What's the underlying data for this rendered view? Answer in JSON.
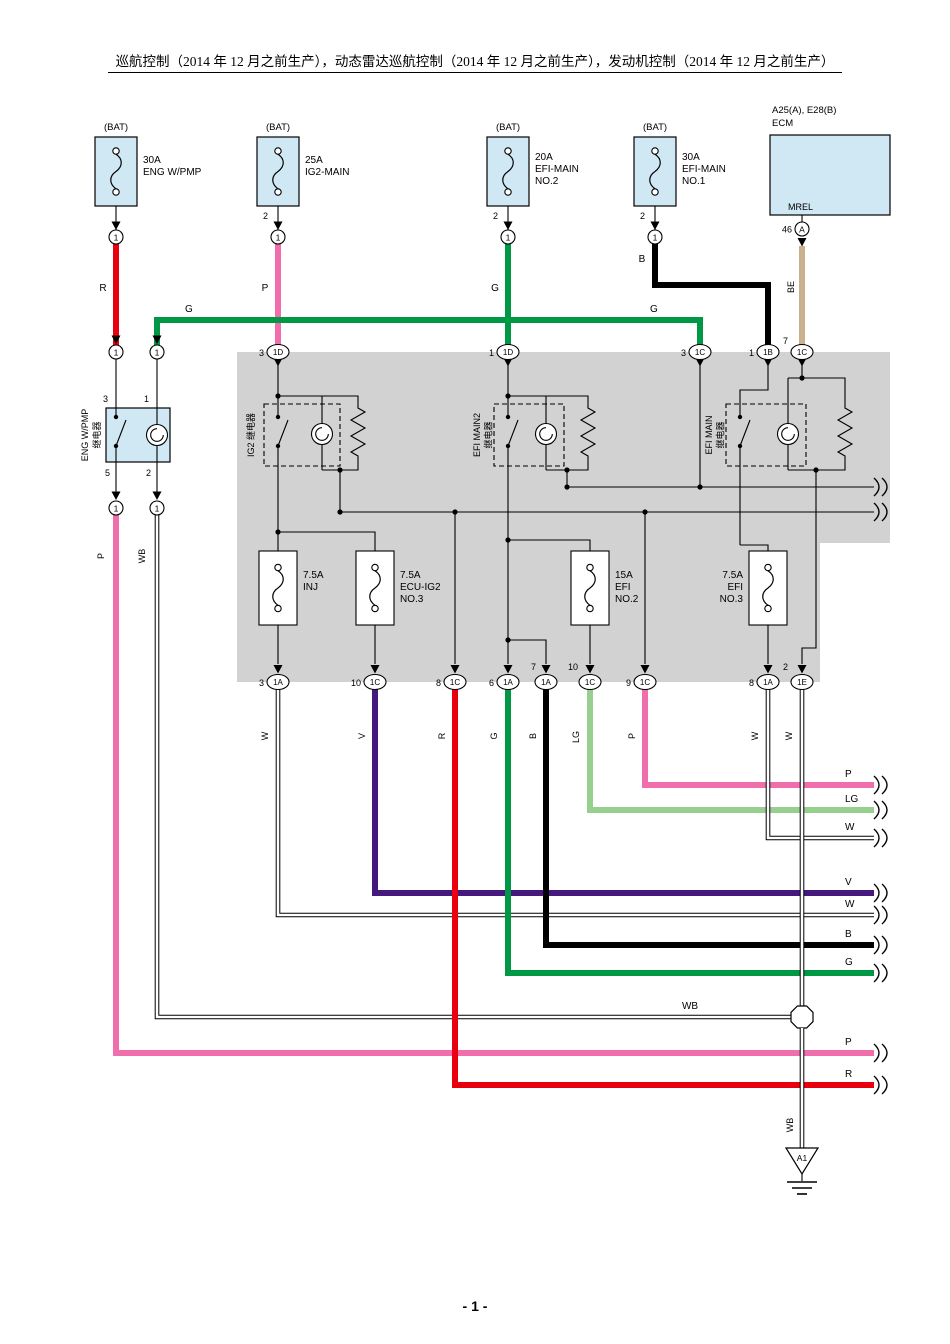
{
  "page": {
    "title": "巡航控制（2014 年 12 月之前生产），动态雷达巡航控制（2014 年 12 月之前生产），发动机控制（2014 年 12 月之前生产）",
    "page_number": "- 1 -"
  },
  "colors": {
    "red": "#e8000e",
    "pink": "#f06eab",
    "green": "#009845",
    "light_green": "#97cf8e",
    "violet": "#45187e",
    "black": "#000000",
    "beige": "#c9b18f",
    "white": "#ffffff",
    "component_fill": "#cfe8f4",
    "relay_box_fill": "#d2d2d2"
  },
  "fuses_top": [
    {
      "bat": "(BAT)",
      "rating": "30A",
      "line1": "ENG W/PMP",
      "line2": "",
      "pin": "",
      "conn": "1",
      "wire": "R"
    },
    {
      "bat": "(BAT)",
      "rating": "25A",
      "line1": "IG2-MAIN",
      "line2": "",
      "pin": "2",
      "conn": "1",
      "wire": "P"
    },
    {
      "bat": "(BAT)",
      "rating": "20A",
      "line1": "EFI-MAIN",
      "line2": "NO.2",
      "pin": "2",
      "conn": "1",
      "wire": "G"
    },
    {
      "bat": "(BAT)",
      "rating": "30A",
      "line1": "EFI-MAIN",
      "line2": "NO.1",
      "pin": "2",
      "conn": "1",
      "wire": "B"
    }
  ],
  "ecm": {
    "ref": "A25(A), E28(B)",
    "name": "ECM",
    "pin_name": "MREL",
    "pin": "46",
    "conn": "A",
    "wire": "BE"
  },
  "eng_relay": {
    "line1": "ENG W/PMP",
    "line2": "继电器",
    "pin_tl": "3",
    "pin_tr": "1",
    "pin_bl": "5",
    "pin_br": "2",
    "conn_tl": "1",
    "conn_tr": "1",
    "conn_bl": "1",
    "conn_br": "1",
    "wire_bl": "P",
    "wire_br": "WB"
  },
  "g_bus": {
    "label_left": "G",
    "label_right": "G"
  },
  "relays": {
    "ig2": {
      "line1": "IG2 继电器",
      "line2": ""
    },
    "efi_main2": {
      "line1": "EFI MAIN2",
      "line2": "继电器"
    },
    "efi_main": {
      "line1": "EFI MAIN",
      "line2": "继电器"
    }
  },
  "connectors_top": [
    {
      "pin": "3",
      "code": "1D"
    },
    {
      "pin": "1",
      "code": "1D"
    },
    {
      "pin": "3",
      "code": "1C"
    },
    {
      "pin": "1",
      "code": "1B"
    },
    {
      "pin": "7",
      "code": "1C"
    }
  ],
  "fuses_inner": [
    {
      "rating": "7.5A",
      "line1": "INJ",
      "line2": ""
    },
    {
      "rating": "7.5A",
      "line1": "ECU-IG2",
      "line2": "NO.3"
    },
    {
      "rating": "15A",
      "line1": "EFI",
      "line2": "NO.2"
    },
    {
      "rating": "7.5A",
      "line1": "EFI",
      "line2": "NO.3"
    }
  ],
  "connectors_bottom": [
    {
      "pin": "3",
      "code": "1A",
      "wire": "W"
    },
    {
      "pin": "10",
      "code": "1C",
      "wire": "V"
    },
    {
      "pin": "8",
      "code": "1C",
      "wire": "R"
    },
    {
      "pin": "6",
      "code": "1A",
      "wire": "G"
    },
    {
      "pin": "7",
      "code": "1A",
      "wire": "B"
    },
    {
      "pin": "10",
      "code": "1C",
      "wire": "LG"
    },
    {
      "pin": "9",
      "code": "1C",
      "wire": "P"
    },
    {
      "pin": "8",
      "code": "1A",
      "wire": "W"
    },
    {
      "pin": "2",
      "code": "1E",
      "wire": "W"
    }
  ],
  "right_exits": {
    "p1": "P",
    "lg": "LG",
    "w1": "W",
    "v": "V",
    "w2": "W",
    "b": "B",
    "g": "G",
    "wb": "WB",
    "p2": "P",
    "r": "R"
  },
  "ground": {
    "label": "A1",
    "wire": "WB"
  }
}
